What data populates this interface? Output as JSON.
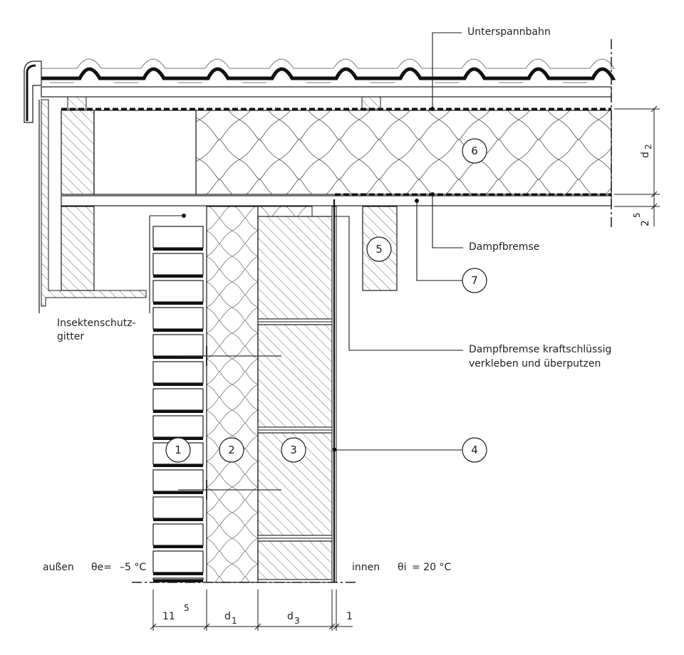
{
  "labels": {
    "unterspannbahn": "Unterspannbahn",
    "dampfbremse": "Dampfbremse",
    "dampfbremse_note_line1": "Dampfbremse kraftschlüssig",
    "dampfbremse_note_line2": "verkleben und überputzen",
    "insekten_line1": "Insektenschutz-",
    "insekten_line2": "gitter",
    "aussen": "außen",
    "theta_e": "θe=",
    "temp_e": "–5 °C",
    "innen": "innen",
    "theta_i": "θi",
    "temp_i": "= 20 °C"
  },
  "callouts": [
    "1",
    "2",
    "3",
    "4",
    "5",
    "6",
    "7"
  ],
  "dimensions": {
    "bottom": {
      "brick_main": "11",
      "brick_sup": "5",
      "d1_main": "d",
      "d1_sub": "1",
      "d3_main": "d",
      "d3_sub": "3",
      "plaster": "1"
    },
    "right": {
      "d2_main": "d",
      "d2_sub": "2",
      "batten_main": "2",
      "batten_sup": "5"
    }
  },
  "colors": {
    "line": "#1a1a1a",
    "hatch": "#555555",
    "membrane": "#111111"
  }
}
